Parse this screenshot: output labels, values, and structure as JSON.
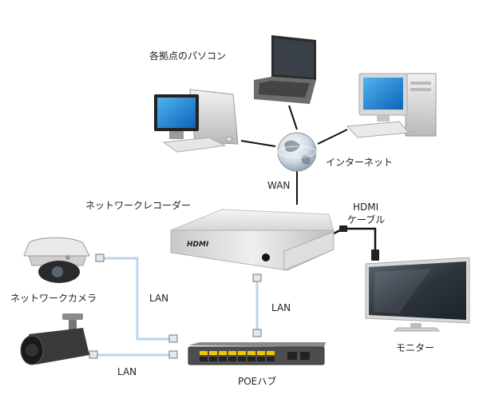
{
  "labels": {
    "pcs": "各拠点のパソコン",
    "internet": "インターネット",
    "wan": "WAN",
    "recorder": "ネットワークレコーダー",
    "hdmi_line1": "HDMI",
    "hdmi_line2": "ケーブル",
    "camera": "ネットワークカメラ",
    "lan_cameras": "LAN",
    "lan_recorder": "LAN",
    "lan_bottom": "LAN",
    "monitor": "モニター",
    "poe_hub": "POEハブ"
  },
  "device_markings": {
    "recorder_badge": "HDMI"
  },
  "colors": {
    "lan_cable": "#b8d6ee",
    "wire": "#111111",
    "device_silver": "#d9d9d9",
    "screen_blue": "#1a7fd0"
  }
}
